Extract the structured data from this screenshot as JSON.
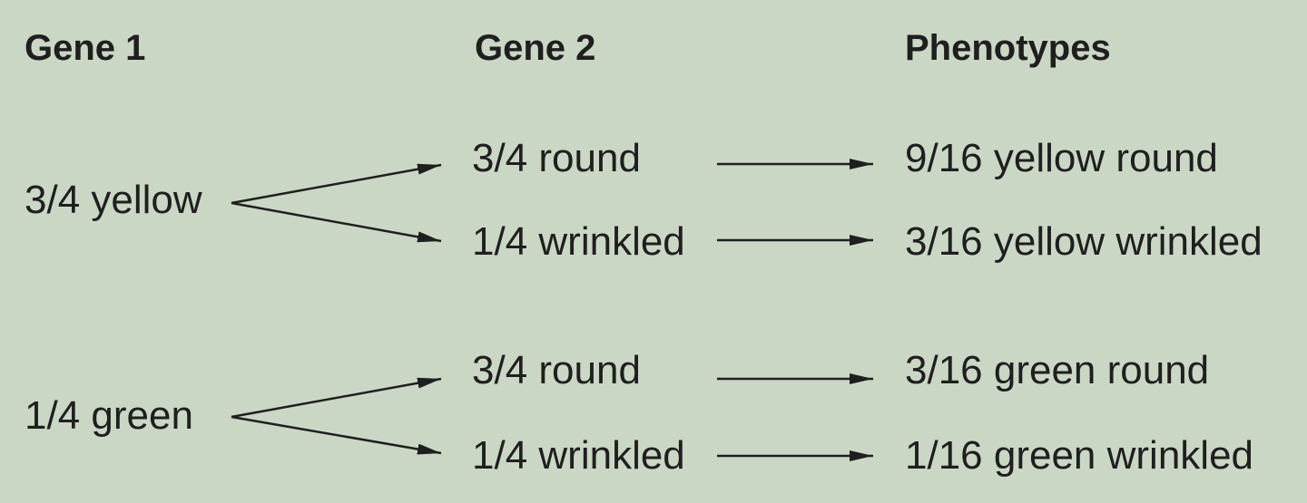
{
  "headers": {
    "gene1": "Gene 1",
    "gene2": "Gene 2",
    "phenotypes": "Phenotypes"
  },
  "gene1": [
    "3/4 yellow",
    "1/4 green"
  ],
  "gene2": [
    "3/4 round",
    "1/4 wrinkled",
    "3/4 round",
    "1/4 wrinkled"
  ],
  "phenotypes": [
    "9/16 yellow round",
    "3/16 yellow wrinkled",
    "3/16 green round",
    "1/16 green wrinkled"
  ],
  "colors": {
    "background": "#cbd7c5",
    "text": "#1f1f1f"
  }
}
